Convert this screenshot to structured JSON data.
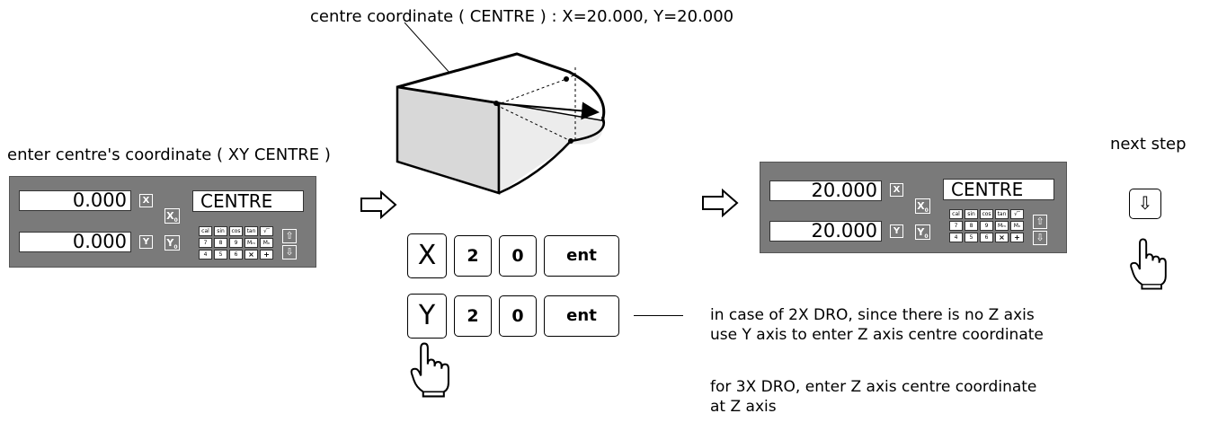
{
  "diagram_title": "centre coordinate ( CENTRE ) : X=20.000, Y=20.000",
  "left_panel": {
    "caption": "enter centre's coordinate ( XY CENTRE )",
    "x_value": "0.000",
    "y_value": "0.000",
    "mode": "CENTRE"
  },
  "right_panel": {
    "x_value": "20.000",
    "y_value": "20.000",
    "mode": "CENTRE"
  },
  "axis_keys": {
    "x": "X",
    "y": "Y",
    "xo": "X",
    "yo": "Y",
    "sub": "0"
  },
  "keypad": [
    "cal",
    "sin",
    "cos",
    "tan",
    "√‾",
    "7",
    "8",
    "9",
    "Mₘ",
    "Mₙ",
    "4",
    "5",
    "6",
    "×",
    "+"
  ],
  "key_sequence_x": {
    "axis": "X",
    "d1": "2",
    "d2": "0",
    "enter": "ent"
  },
  "key_sequence_y": {
    "axis": "Y",
    "d1": "2",
    "d2": "0",
    "enter": "ent"
  },
  "next_step": "next step",
  "notes": {
    "two_axis_line1": "in case of 2X DRO, since there is no Z axis",
    "two_axis_line2": "use Y axis to enter Z axis centre coordinate",
    "three_axis_line1": "for 3X DRO, enter Z axis centre coordinate",
    "three_axis_line2": "at Z axis"
  },
  "icons": [
    "arrow-right-icon",
    "hand-pointer-icon",
    "arrow-down-key-icon"
  ]
}
